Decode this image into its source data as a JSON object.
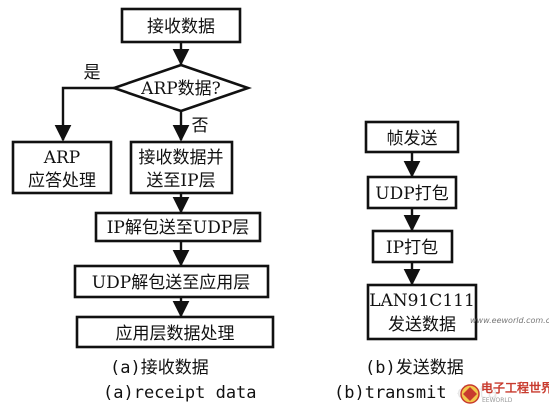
{
  "receive": {
    "start": "接收数据",
    "decision": "ARP数据?",
    "yes": "是",
    "no": "否",
    "arp_line1": "ARP",
    "arp_line2": "应答处理",
    "ip_line1": "接收数据并",
    "ip_line2": "送至IP层",
    "ip_unpack": "IP解包送至UDP层",
    "udp_unpack": "UDP解包送至应用层",
    "app": "应用层数据处理"
  },
  "send": {
    "frame": "帧发送",
    "udp_pack": "UDP打包",
    "ip_pack": "IP打包",
    "lan_line1": "LAN91C111",
    "lan_line2": "发送数据"
  },
  "captions": {
    "a_cn": "(a)接收数据",
    "a_en": "(a)receipt data",
    "b_cn": "(b)发送数据",
    "b_en": "(b)transmit data"
  },
  "watermark": {
    "title": "电子工程世界",
    "url": "www.eeworld.com.cn",
    "sub": "EEWORLD"
  }
}
